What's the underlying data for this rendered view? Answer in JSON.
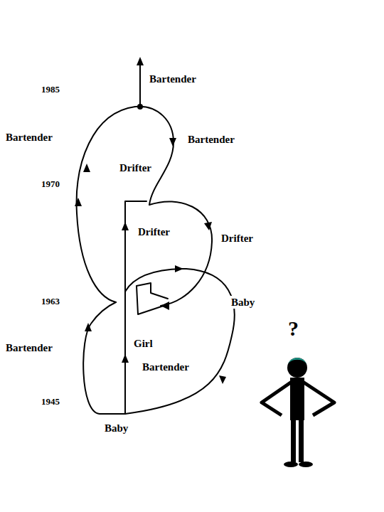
{
  "diagram": {
    "labels": [
      "1985",
      "Bartender",
      "Bartender",
      "Bartender",
      "Drifter",
      "1970",
      "Drifter",
      "Drifter",
      "1963",
      "Baby",
      "Bartender",
      "Girl",
      "Bartender",
      "1945",
      "Baby",
      "?"
    ]
  }
}
